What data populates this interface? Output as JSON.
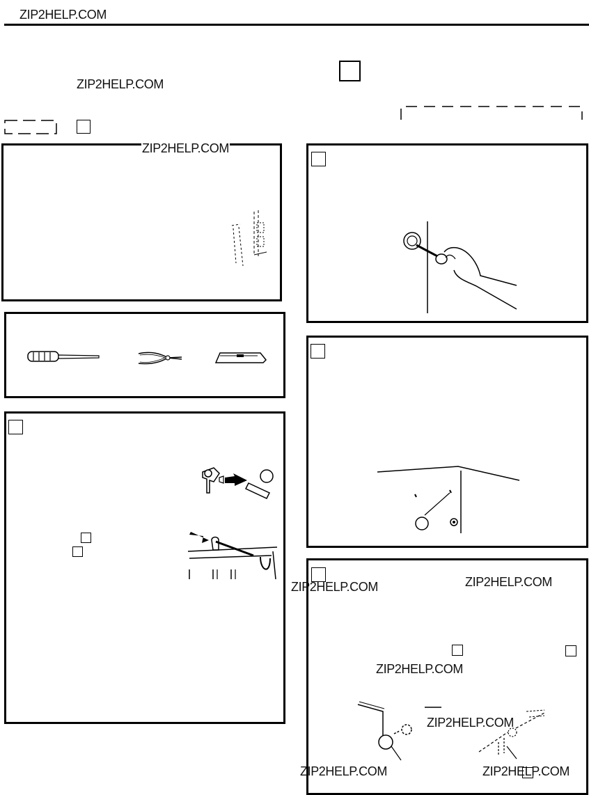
{
  "header": {
    "site_mark": "ZIP2HELP.COM"
  },
  "watermarks": [
    "ZIP2HELP.COM",
    "ZIP2HELP.COM",
    "ZIP2HELP.COM",
    "ZIP2HELP.COM",
    "ZIP2HELP.COM",
    "ZIP2HELP.COM",
    "ZIP2HELP.COM",
    "ZIP2HELP.COM"
  ],
  "icons": {
    "tools": [
      "screwdriver-icon",
      "pliers-icon",
      "utility-knife-icon"
    ],
    "figures": [
      "hinge-pin-figure",
      "door-hinge-figure",
      "doorknob-screwdriver-figure",
      "cabinet-corner-figure",
      "hinge-detail-figure"
    ]
  }
}
